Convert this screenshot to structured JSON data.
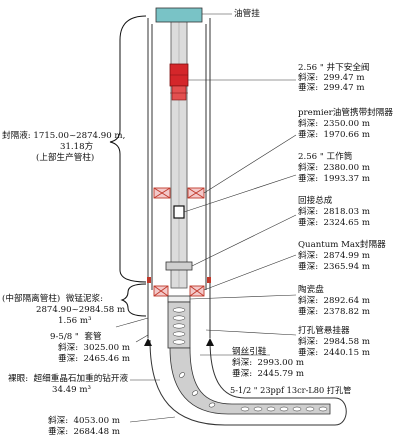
{
  "colors": {
    "hanger": "#79c3c6",
    "valve": "#d4262a",
    "packer_cross": "#c0392b",
    "packer_fill": "#f3c9c9",
    "tubing": "#dcdcdc",
    "casing_line": "#333333",
    "perforation": "#ffffff"
  },
  "labels": {
    "tubing_hanger": "油管挂",
    "safety_valve": {
      "name": "2.56 \" 井下安全阀",
      "md": "斜深:  299.47 m",
      "tvd": "垂深:  299.47 m"
    },
    "premier_packer": {
      "name": "premier油管携带封隔器",
      "md": "斜深:  2350.00 m",
      "tvd": "垂深:  1970.66 m"
    },
    "work_barrel": {
      "name": "2.56 \" 工作筒",
      "md": "斜深:  2380.00 m",
      "tvd": "垂深:  1993.37 m"
    },
    "tieback": {
      "name": "回接总成",
      "md": "斜深:  2818.03 m",
      "tvd": "垂深:  2324.65 m"
    },
    "qmax_packer": {
      "name": "Quantum Max封隔器",
      "md": "斜深:  2874.99 m",
      "tvd": "垂深:  2365.94 m"
    },
    "ceramic_disc": {
      "name": "陶瓷盘",
      "md": "斜深:  2892.64 m",
      "tvd": "垂深:  2378.82 m"
    },
    "perf_hanger": {
      "name": "打孔管悬挂器",
      "md": "斜深:  2984.58 m",
      "tvd": "垂深:  2440.15 m"
    },
    "wire_guide": {
      "name": "钢丝引鞋",
      "md": "斜深:  2993.00 m",
      "tvd": "垂深:  2445.79 m"
    },
    "perf_pipe": "5-1/2 \" 23ppf 13cr-L80 打孔管",
    "packer_fluid": {
      "line1": "封隔液: 1715.00~2874.90 m,",
      "line2": "31.18方",
      "line3": "(上部生产管柱)"
    },
    "spacer": {
      "line1": "(中部隔离管柱)  微锰泥浆:",
      "line2": "2874.90~2984.58 m",
      "line3": "1.56 m³"
    },
    "casing": {
      "name": "9-5/8 \"  套管",
      "md": "斜深:  3025.00 m",
      "tvd": "垂深:  2465.46 m"
    },
    "openhole": {
      "line1": "裸眼:  超细重晶石加重的钻开液",
      "line2": "34.49 m³"
    },
    "td": {
      "md": "斜深:  4053.00 m",
      "tvd": "垂深:  2684.48 m"
    }
  }
}
